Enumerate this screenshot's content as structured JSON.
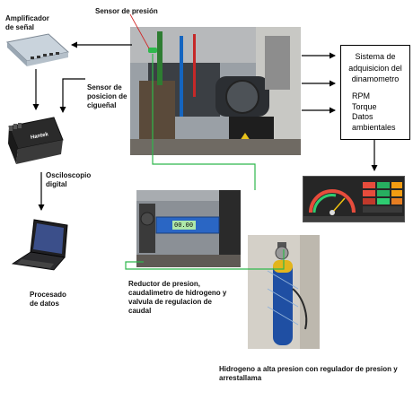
{
  "labels": {
    "amplificador_line1": "Amplificador",
    "amplificador_line2": "de señal",
    "sensor_presion": "Sensor de presión",
    "sensor_posicion_line1": "Sensor de",
    "sensor_posicion_line2": "posicion de",
    "sensor_posicion_line3": "cigueñal",
    "osciloscopio_line1": "Osciloscopio",
    "osciloscopio_line2": "digital",
    "procesado_line1": "Procesado",
    "procesado_line2": "de datos",
    "reductor_line1": "Reductor de presion,",
    "reductor_line2": "caudalimetro de hidrogeno y",
    "reductor_line3": "valvula de regulacion de",
    "reductor_line4": "caudal",
    "hidrogeno_line1": "Hidrogeno a alta presion con regulador de presion y",
    "hidrogeno_line2": "arrestallama"
  },
  "dyno_box": {
    "title_line1": "Sistema de",
    "title_line2": "adquisicion del",
    "title_line3": "dinamometro",
    "items": [
      "RPM",
      "Torque",
      "Datos",
      "ambientales"
    ]
  },
  "oscilloscope_brand": "Hantek",
  "flowmeter_display": "00.00",
  "colors": {
    "arrow_black": "#000000",
    "pipe_green": "#2eb84c",
    "sensor_marker_red": "#d02020"
  }
}
